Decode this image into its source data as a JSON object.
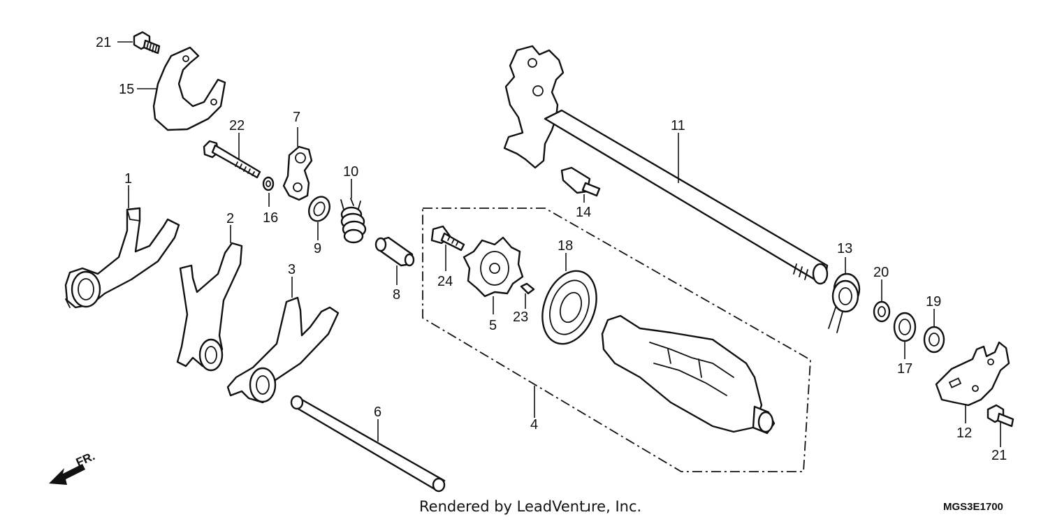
{
  "callouts": {
    "p1": "1",
    "p2": "2",
    "p3": "3",
    "p4": "4",
    "p5": "5",
    "p6": "6",
    "p7": "7",
    "p8": "8",
    "p9": "9",
    "p10": "10",
    "p11": "11",
    "p12": "12",
    "p13": "13",
    "p14": "14",
    "p15": "15",
    "p16": "16",
    "p17": "17",
    "p18": "18",
    "p19": "19",
    "p20": "20",
    "p21a": "21",
    "p21b": "21",
    "p22": "22",
    "p23": "23",
    "p24": "24"
  },
  "direction_label": "FR.",
  "footer": {
    "credit": "Rendered by LeadVentɹre, Inc.",
    "diagram_code": "MGS3E1700"
  }
}
